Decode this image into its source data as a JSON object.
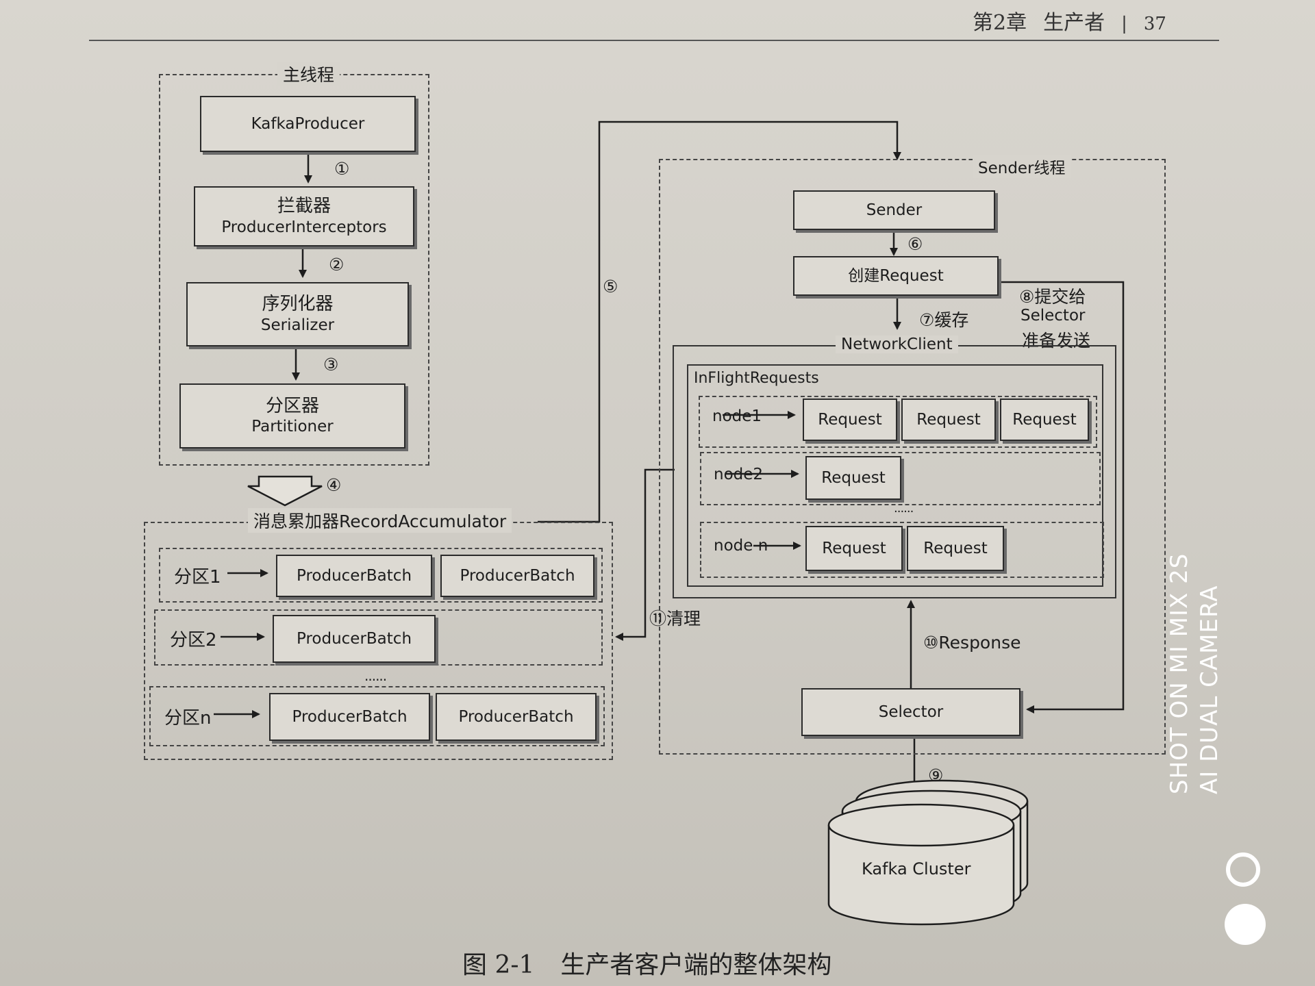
{
  "header": {
    "chapter": "第2章",
    "section": "生产者",
    "separator": "|",
    "page_number": "37"
  },
  "main_thread": {
    "title": "主线程",
    "producer": "KafkaProducer",
    "interceptor_zh": "拦截器",
    "interceptor_en": "ProducerInterceptors",
    "serializer_zh": "序列化器",
    "serializer_en": "Serializer",
    "partitioner_zh": "分区器",
    "partitioner_en": "Partitioner"
  },
  "steps": {
    "s1": "①",
    "s2": "②",
    "s3": "③",
    "s4": "④",
    "s5": "⑤",
    "s6": "⑥",
    "s7": "⑦缓存",
    "s8a": "⑧提交给",
    "s8b": "Selector",
    "s8c": "准备发送",
    "s9": "⑨",
    "s10": "⑩Response",
    "s11": "⑪清理"
  },
  "accumulator": {
    "title": "消息累加器RecordAccumulator",
    "partitions": [
      {
        "label": "分区1",
        "batches": [
          "ProducerBatch",
          "ProducerBatch"
        ]
      },
      {
        "label": "分区2",
        "batches": [
          "ProducerBatch"
        ]
      },
      {
        "label": "分区n",
        "batches": [
          "ProducerBatch",
          "ProducerBatch"
        ]
      }
    ],
    "ellipsis": "......"
  },
  "sender_thread": {
    "title": "Sender线程",
    "sender": "Sender",
    "create_request": "创建Request",
    "network_client": "NetworkClient",
    "inflight": "InFlightRequests",
    "nodes": [
      {
        "label": "node1",
        "requests": [
          "Request",
          "Request",
          "Request"
        ]
      },
      {
        "label": "node2",
        "requests": [
          "Request"
        ]
      },
      {
        "label": "node n",
        "requests": [
          "Request",
          "Request"
        ]
      }
    ],
    "ellipsis": "......",
    "selector": "Selector",
    "cluster": "Kafka Cluster"
  },
  "caption": {
    "number": "图 2-1",
    "title": "生产者客户端的整体架构"
  },
  "watermark": {
    "line1": "SHOT ON MI MIX 2S",
    "line2": "AI DUAL CAMERA"
  }
}
